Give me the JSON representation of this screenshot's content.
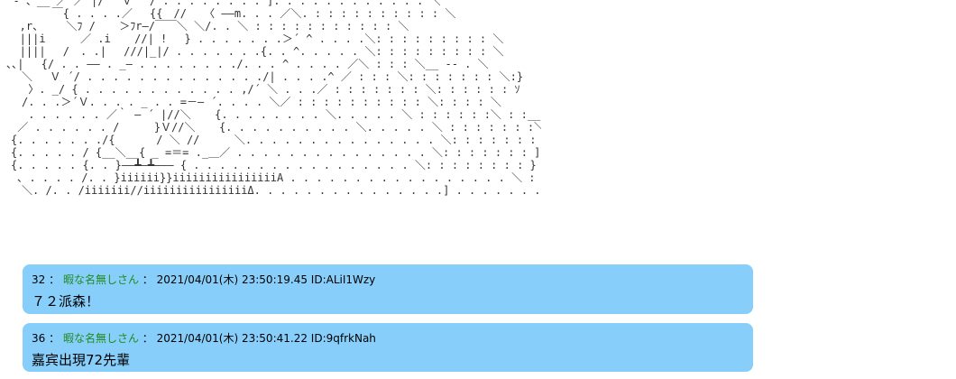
{
  "ascii_art": "  ̄‐ 、__ ／ ／ |/　 Ｖ　 / . . . . . . . . ]. . . . . . . . . . . . ＼\n        ￣{ . . . .／　 {{　//　 〈 ――m. . . ／＼. : : : : : : : : : : ＼\n   ,r、　　 ＼ﾌ / 　 ＞ﾌr―/￣￣＼ ＼/. . ＼ : : : : : : : : : : : ＼\n   |||i 　　 ／ .i 　 //| ! 　} . . . . . . .＞´ ^ . . . .＼: : : : : : : : : ＼\n   ||||　 /　. .|　 ///|_|/ . . . . . . .{. . ^. . . . . ＼: : : : : : : : : ＼\n ､､|　 {/ . . ―― . _― . . . . . . . ./. . . ^ . . . . ／＼ : : : ＼__ ‐‐ . ＼\n　　＼　 Ｖ ´/ . . . . . . . . . . . . . ./| . . . .^ ／ : : : ＼: : : : : : : ＼:}\n　　 〉. _/ { . . . . . . . . . . . . ,/´ ＼ . . .／ : : : : : : : ＼: : : : : : ｿ\n　　/. . .＞´Ｖ. . . . _ . . =－― ´. . . . ＼／ : : : : : : : : : : ＼: : : : ＼\n　　 . . . . . . ／｀ ― ´ |//＼ 　 {. . . . . . . . ＼. . . . . ＼ : : : : : :＼ : :__--\n　 ／ . . . . . . /　 　 }Ｖ//＼ 　 {. . . . . . . . . . ＼. . . . . ＼ : : : : : : :＼ ____ ､\n　{. . . . . . ./{ 　 　 / ＼ //　 　 ＼. . . . . . . . . . . . . . . ＼: : : : : : : : : ＼. . ＼\n　{. . . . . / {__＼__{ _ =＝= ._＿／ . . . . . . . . . . . . . . . ＼: : : : : : : ]＼ . . }\n　{. . . . . {. . }――┻―┻――― { . . . . . . . . . . . . . . . . . ＼: : : : : : : : }\n　 ､ . . . . /. . }iiiiii}}iiiiiiiiiiiiiiiiA . . . . . . . . . . . . . . . . . ＼ : : : : ]/\n　　＼. /. . /iiiiiii//iiiiiiiiiiiiiiiiΔ. . . . . . . . . . . . . . .] . . . . . . . .",
  "posts": [
    {
      "number": "32",
      "sep": "：",
      "name": "暇な名無しさん",
      "date": "2021/04/01(木) 23:50:19.45",
      "id": "ID:ALiI1Wzy",
      "body": "７２派森！"
    },
    {
      "number": "36",
      "sep": "：",
      "name": "暇な名無しさん",
      "date": "2021/04/01(木) 23:50:41.22",
      "id": "ID:9qfrkNah",
      "body": "嘉宾出現72先輩"
    }
  ]
}
